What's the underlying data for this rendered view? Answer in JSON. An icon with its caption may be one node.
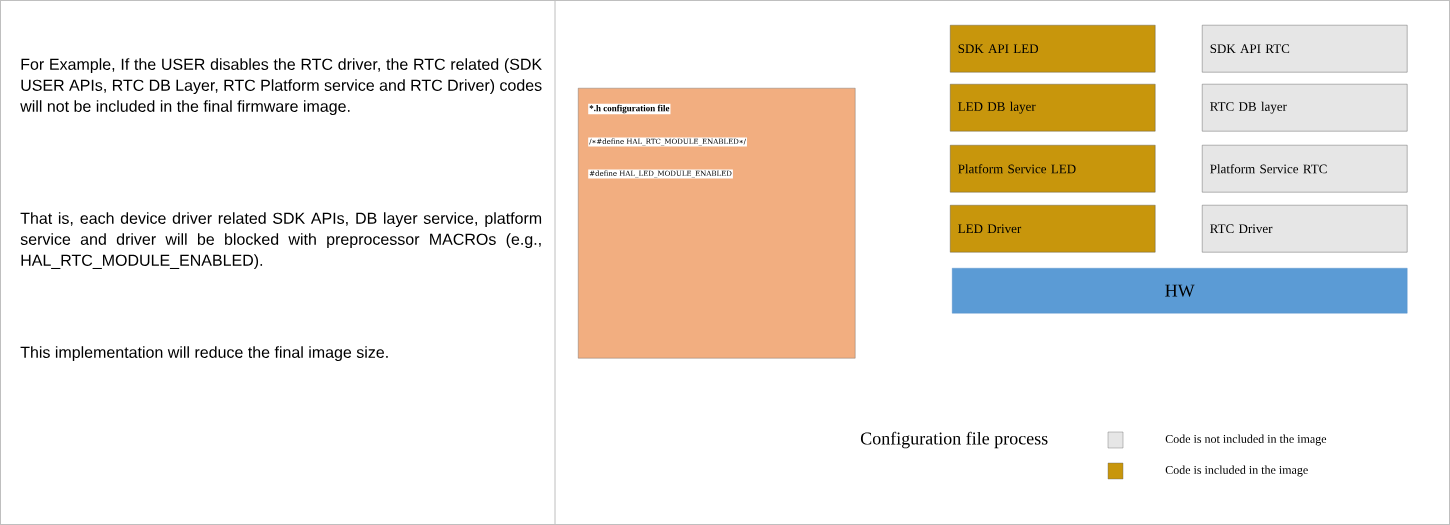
{
  "diagram": {
    "nodes": [
      {
        "text": [
          "*.h configuration file",
          "/∗#define HAL_RTC_MODULE_ENABLED∗/",
          "#define HAL_LED_MODULE_ENABLED"
        ]
      },
      {
        "text": [
          "SDK API LED"
        ]
      },
      {
        "text": [
          "SDK API RTC"
        ]
      },
      {
        "text": [
          "LED DB layer"
        ]
      },
      {
        "text": [
          "RTC DB layer"
        ]
      },
      {
        "text": [
          "Platform Service LED"
        ]
      },
      {
        "text": [
          "Platform Service RTC"
        ]
      },
      {
        "text": [
          "LED Driver"
        ]
      },
      {
        "text": [
          "RTC Driver"
        ]
      },
      {
        "text": [
          "HW"
        ]
      }
    ],
    "labels": [
      "For Example, If the USER disables the RTC driver, the RTC related (SDK USER APIs, RTC DB Layer, RTC Platform service and RTC Driver) codes will not be included in the final firmware image.",
      "That is, each device driver related SDK APIs, DB layer service, platform service and driver will be blocked with preprocessor MACROs (e.g., HAL_RTC_MODULE_ENABLED).",
      "This implementation will reduce the final image size.",
      "Configuration file process"
    ],
    "legend": [
      {
        "text": "Code is not included in the image",
        "color": "#e6e6e6"
      },
      {
        "text": "Code is included in the image",
        "color": "#c8960c"
      }
    ]
  }
}
